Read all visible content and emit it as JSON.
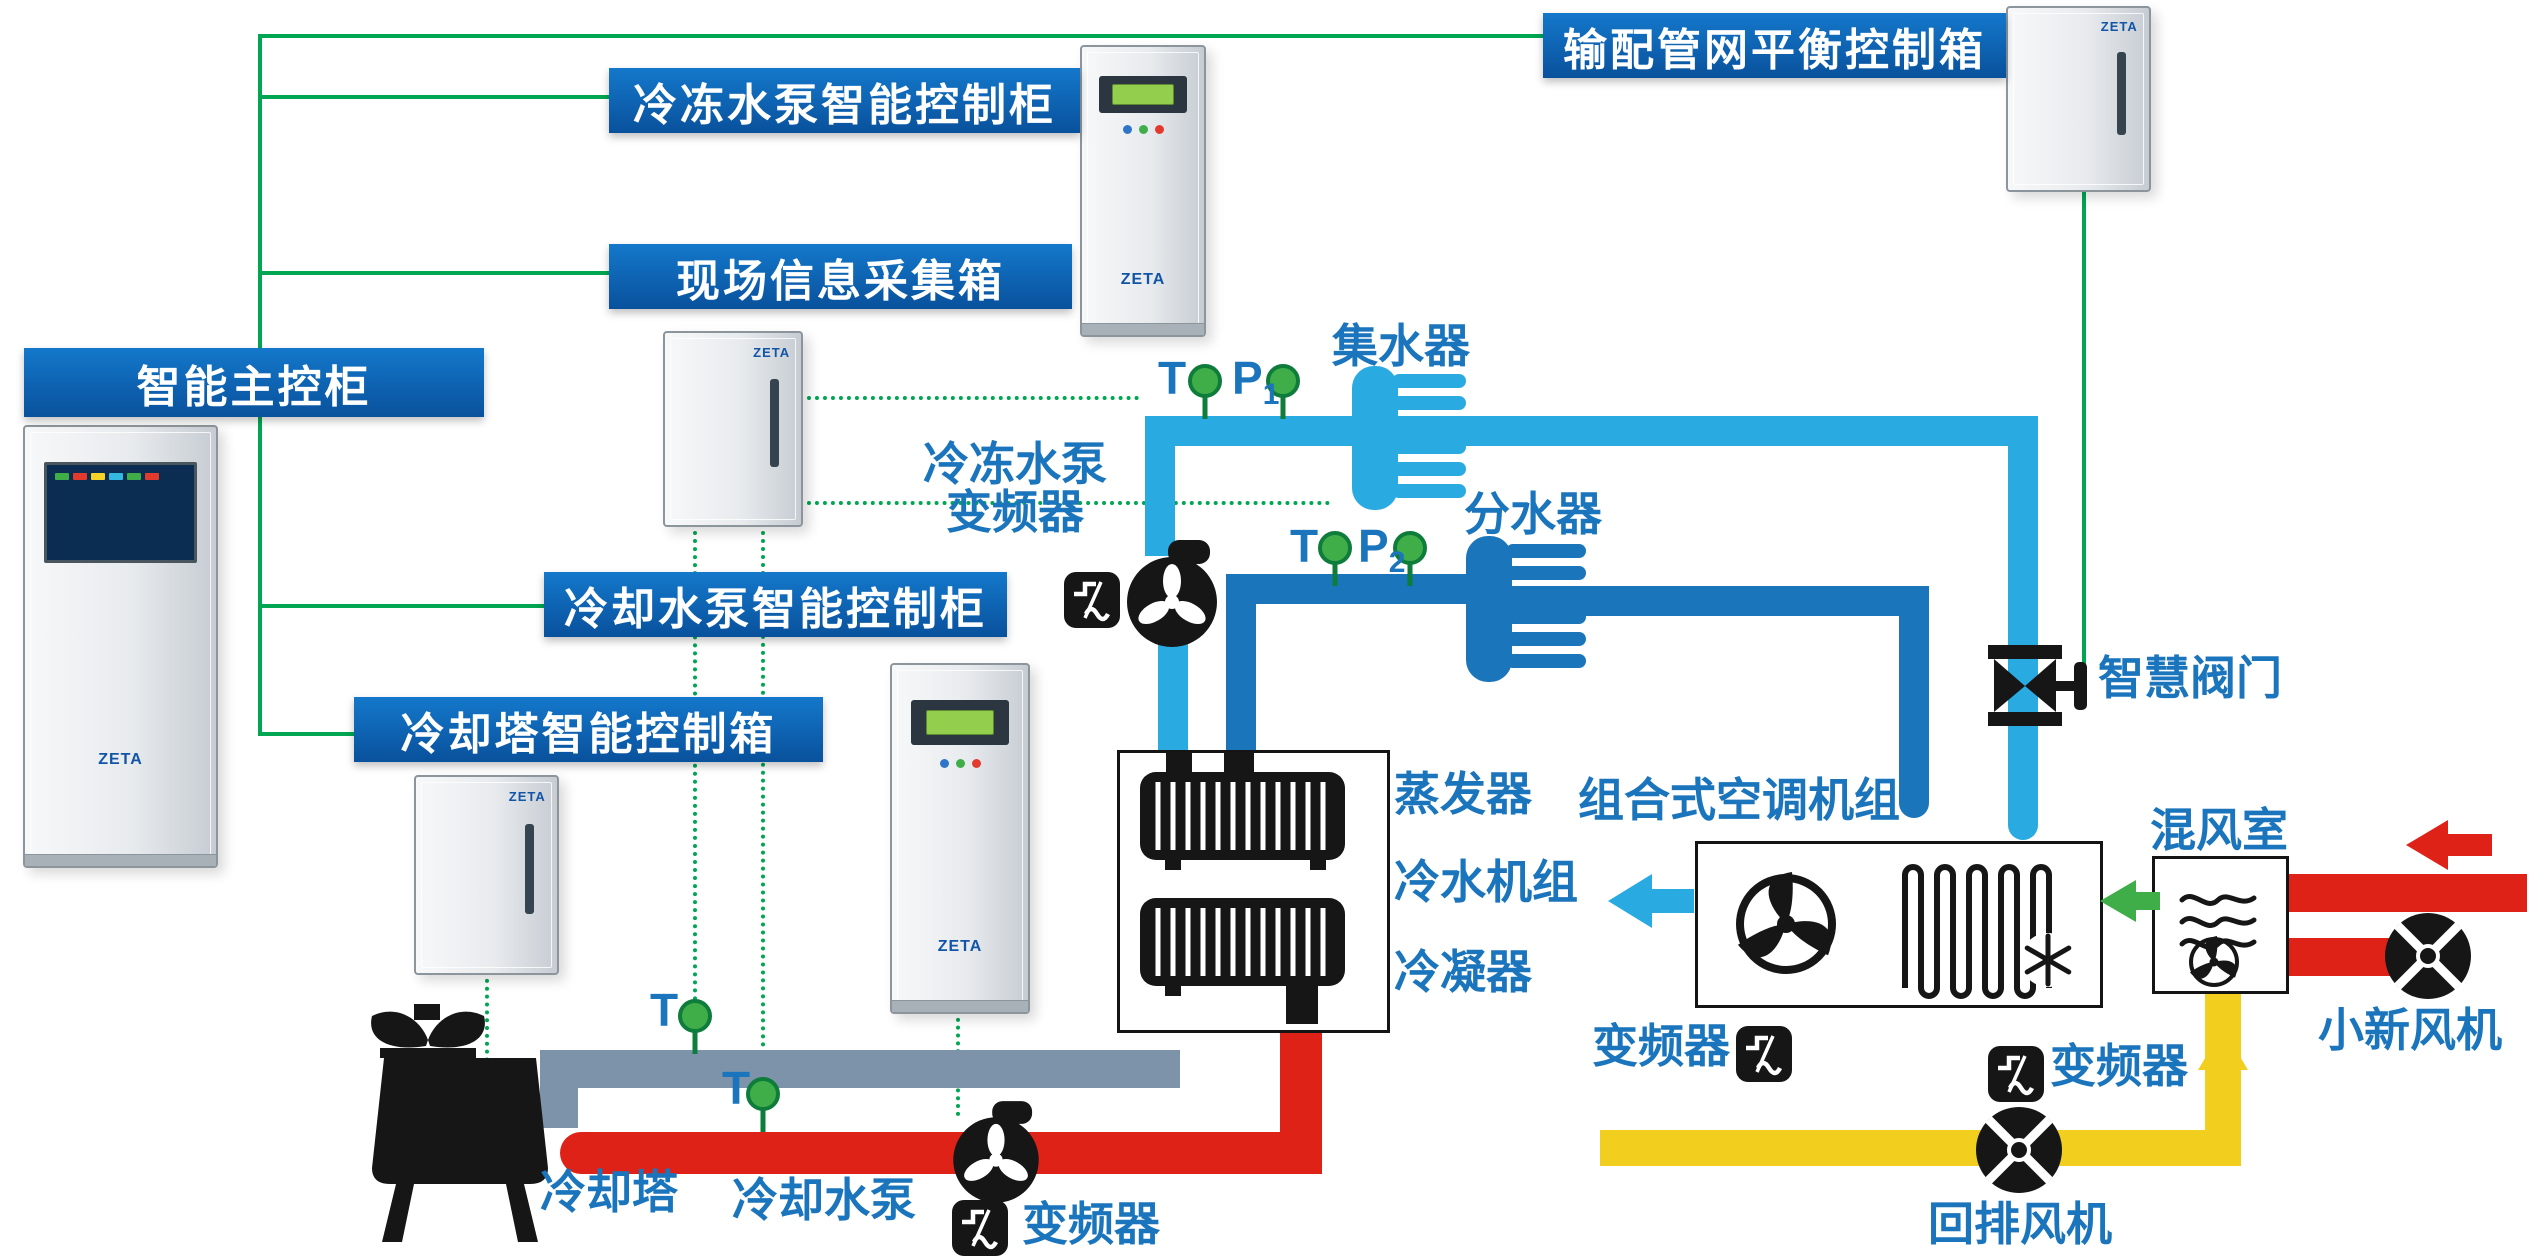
{
  "colors": {
    "light_blue": "#29abe2",
    "dark_blue": "#1b75bb",
    "pipe_red": "#df2218",
    "pipe_gray": "#7d93aa",
    "pipe_yellow": "#f2cf1f",
    "line_green": "#00a651",
    "sensor_green": "#3fae49",
    "sensor_green_dark": "#0e7c3a",
    "label_blue": "#1b75bc",
    "box_blue_top": "#1478cb",
    "box_blue_bottom": "#09519c",
    "ink": "#161616"
  },
  "brand": "ZETA",
  "control_boxes": {
    "balance": "输配管网平衡控制箱",
    "chilled_pump": "冷冻水泵智能控制柜",
    "field_info": "现场信息采集箱",
    "master": "智能主控柜",
    "cooling_pump": "冷却水泵智能控制柜",
    "cooling_tower": "冷却塔智能控制箱"
  },
  "labels": {
    "collector": "集水器",
    "distributor": "分水器",
    "chilled_pump_vfd_line1": "冷冻水泵",
    "chilled_pump_vfd_line2": "变频器",
    "smart_valve": "智慧阀门",
    "evaporator": "蒸发器",
    "chiller_unit": "冷水机组",
    "condenser": "冷凝器",
    "ahu": "组合式空调机组",
    "mixing_room": "混风室",
    "vfd": "变频器",
    "fresh_air_fan": "小新风机",
    "return_exhaust_fan": "回排风机",
    "cooling_tower": "冷却塔",
    "cooling_pump": "冷却水泵"
  },
  "sensors": {
    "t": "T",
    "p": "P",
    "p1_sub": "1",
    "p2_sub": "2"
  }
}
